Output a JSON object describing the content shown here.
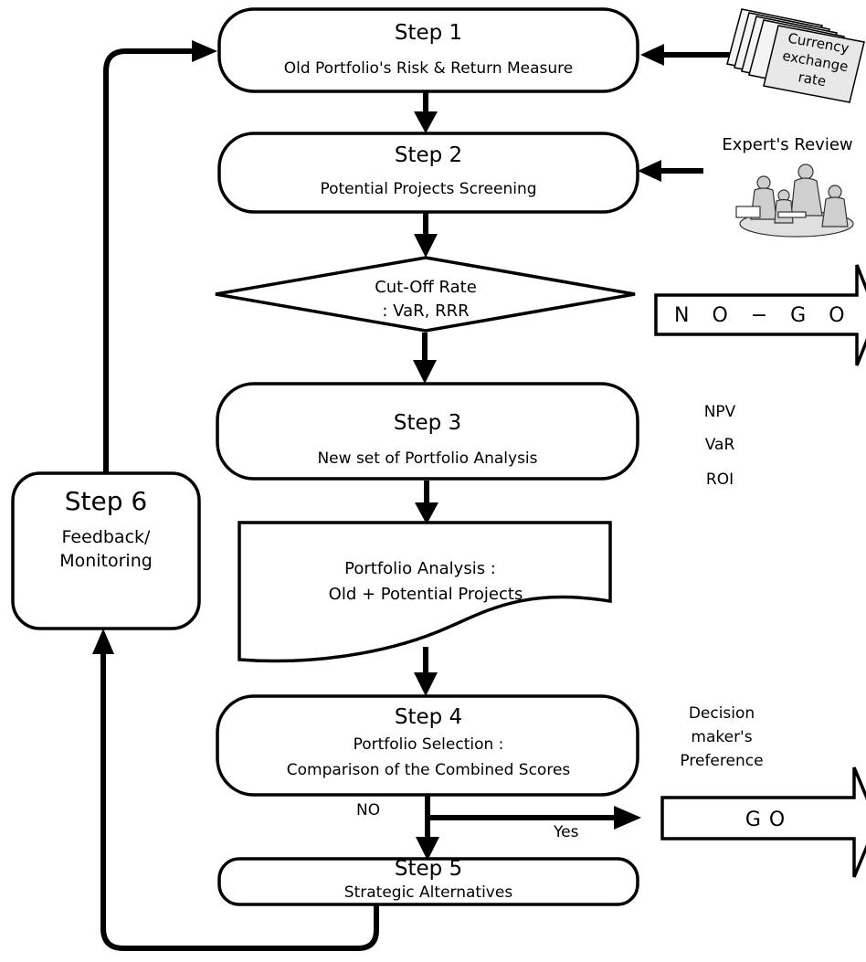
{
  "steps": {
    "s1": {
      "title": "Step 1",
      "desc": "Old Portfolio's Risk & Return Measure"
    },
    "s2": {
      "title": "Step 2",
      "desc": "Potential Projects Screening"
    },
    "s3": {
      "title": "Step 3",
      "desc": "New set of Portfolio Analysis"
    },
    "s4": {
      "title": "Step 4",
      "desc1": "Portfolio Selection :",
      "desc2": "Comparison of the Combined Scores"
    },
    "s5": {
      "title": "Step 5",
      "desc": "Strategic Alternatives"
    },
    "s6": {
      "title": "Step 6",
      "desc1": "Feedback/",
      "desc2": "Monitoring"
    }
  },
  "decision": {
    "line1": "Cut-Off Rate",
    "line2": ": VaR, RRR"
  },
  "document": {
    "line1": "Portfolio Analysis :",
    "line2": "Old + Potential Projects"
  },
  "inputs": {
    "currency": {
      "line1": "Currency",
      "line2": "exchange",
      "line3": "rate"
    },
    "expert": "Expert's Review",
    "metrics": [
      "NPV",
      "VaR",
      "ROI"
    ],
    "decision_maker": {
      "line1": "Decision",
      "line2": "maker's",
      "line3": "Preference"
    }
  },
  "outcomes": {
    "nogo": "NO-GO",
    "go": "GO",
    "no_label": "NO",
    "yes_label": "Yes"
  }
}
